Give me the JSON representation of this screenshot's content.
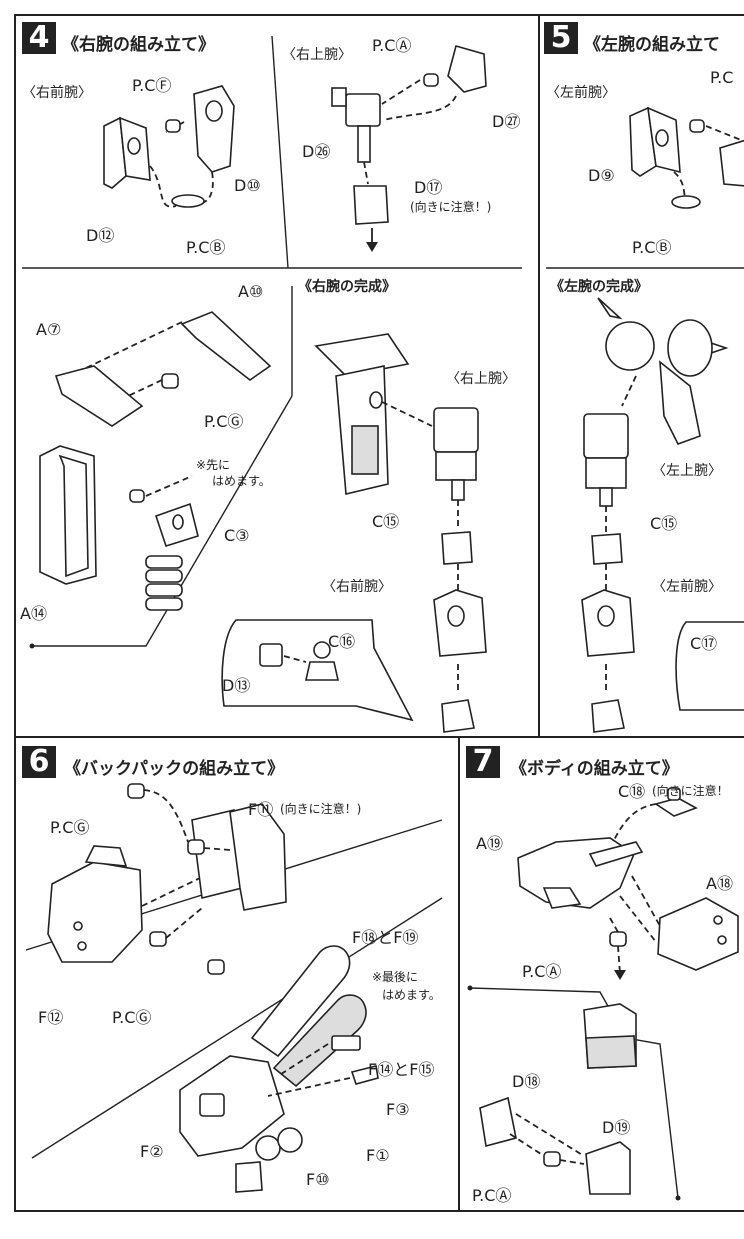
{
  "step4": {
    "number": "4",
    "title": "《右腕の組み立て》",
    "sub_forearm": "〈右前腕〉",
    "sub_upperarm": "〈右上腕〉",
    "pcF": "P.CⒻ",
    "pcB": "P.CⒷ",
    "d10": "D⑩",
    "d12": "D⑫",
    "pcA": "P.CⒶ",
    "d27": "D㉗",
    "d26": "D㉖",
    "d17": "D⑰",
    "d17_note": "(向きに注意！)",
    "complete_title": "《右腕の完成》",
    "a10": "A⑩",
    "a7": "A⑦",
    "pcG": "P.CⒼ",
    "note_first": "※先に",
    "note_first2": "はめます。",
    "c3": "C③",
    "a14": "A⑭",
    "upper_label": "〈右上腕〉",
    "c15": "C⑮",
    "fore_label": "〈右前腕〉",
    "c16": "C⑯",
    "d13": "D⑬"
  },
  "step5": {
    "number": "5",
    "title": "《左腕の組み立て",
    "sub_forearm": "〈左前腕〉",
    "pc_cut": "P.C",
    "d9": "D⑨",
    "pcB": "P.CⒷ",
    "complete_title": "《左腕の完成》",
    "upper_label": "〈左上腕〉",
    "c15": "C⑮",
    "fore_label": "〈左前腕〉",
    "c17": "C⑰"
  },
  "step6": {
    "number": "6",
    "title": "《バックパックの組み立て》",
    "f11": "F⑪",
    "f11_note": "(向きに注意！)",
    "pcG1": "P.CⒼ",
    "pcG2": "P.CⒼ",
    "f12": "F⑫",
    "f18f19": "F⑱とF⑲",
    "note_last": "※最後に",
    "note_last2": "はめます。",
    "f14f15": "F⑭とF⑮",
    "f3": "F③",
    "f2": "F②",
    "f1": "F①",
    "f10": "F⑩"
  },
  "step7": {
    "number": "7",
    "title": "《ボディの組み立て》",
    "c18": "C⑱",
    "c18_note": "(向きに注意！",
    "a19": "A⑲",
    "a18": "A⑱",
    "pcA1": "P.CⒶ",
    "d18": "D⑱",
    "d19": "D⑲",
    "pcA2": "P.CⒶ"
  }
}
